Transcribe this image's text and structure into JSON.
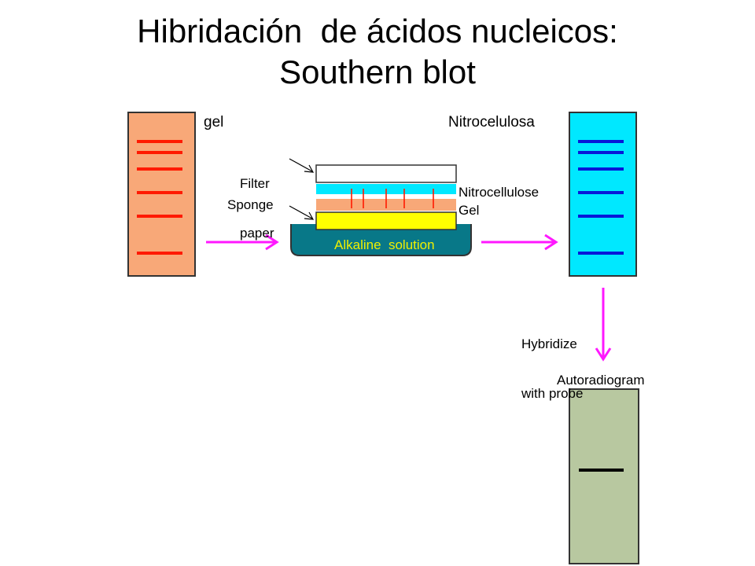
{
  "title": {
    "line1": "Hibridación  de ácidos nucleicos:",
    "line2": "Southern blot"
  },
  "labels": {
    "gel": "gel",
    "nitrocelulosa": "Nitrocelulosa",
    "filter_paper": [
      "Filter",
      "paper"
    ],
    "sponge": "Sponge",
    "nitrocellulose": "Nitrocellulose",
    "gel_layer": "Gel",
    "alkaline_solution": "Alkaline  solution",
    "hybridize": [
      "Hybridize",
      "with probe"
    ],
    "autoradiogram": "Autoradiogram"
  },
  "colors": {
    "gel": "#f8a878",
    "gel_bands": "#ff1a00",
    "nitrocellulose": "#00e8ff",
    "nitro_bands": "#0818d8",
    "autoradiogram": "#b8c8a0",
    "auto_band": "#000000",
    "arrows": "#ff18ff",
    "tray": "#087888",
    "alkaline_text": "#f0f000",
    "sponge": "#ffff00",
    "filter_paper": "#ffffff"
  },
  "gel_band_count": 6,
  "nitro_band_count": 6,
  "auto_band_count": 1
}
